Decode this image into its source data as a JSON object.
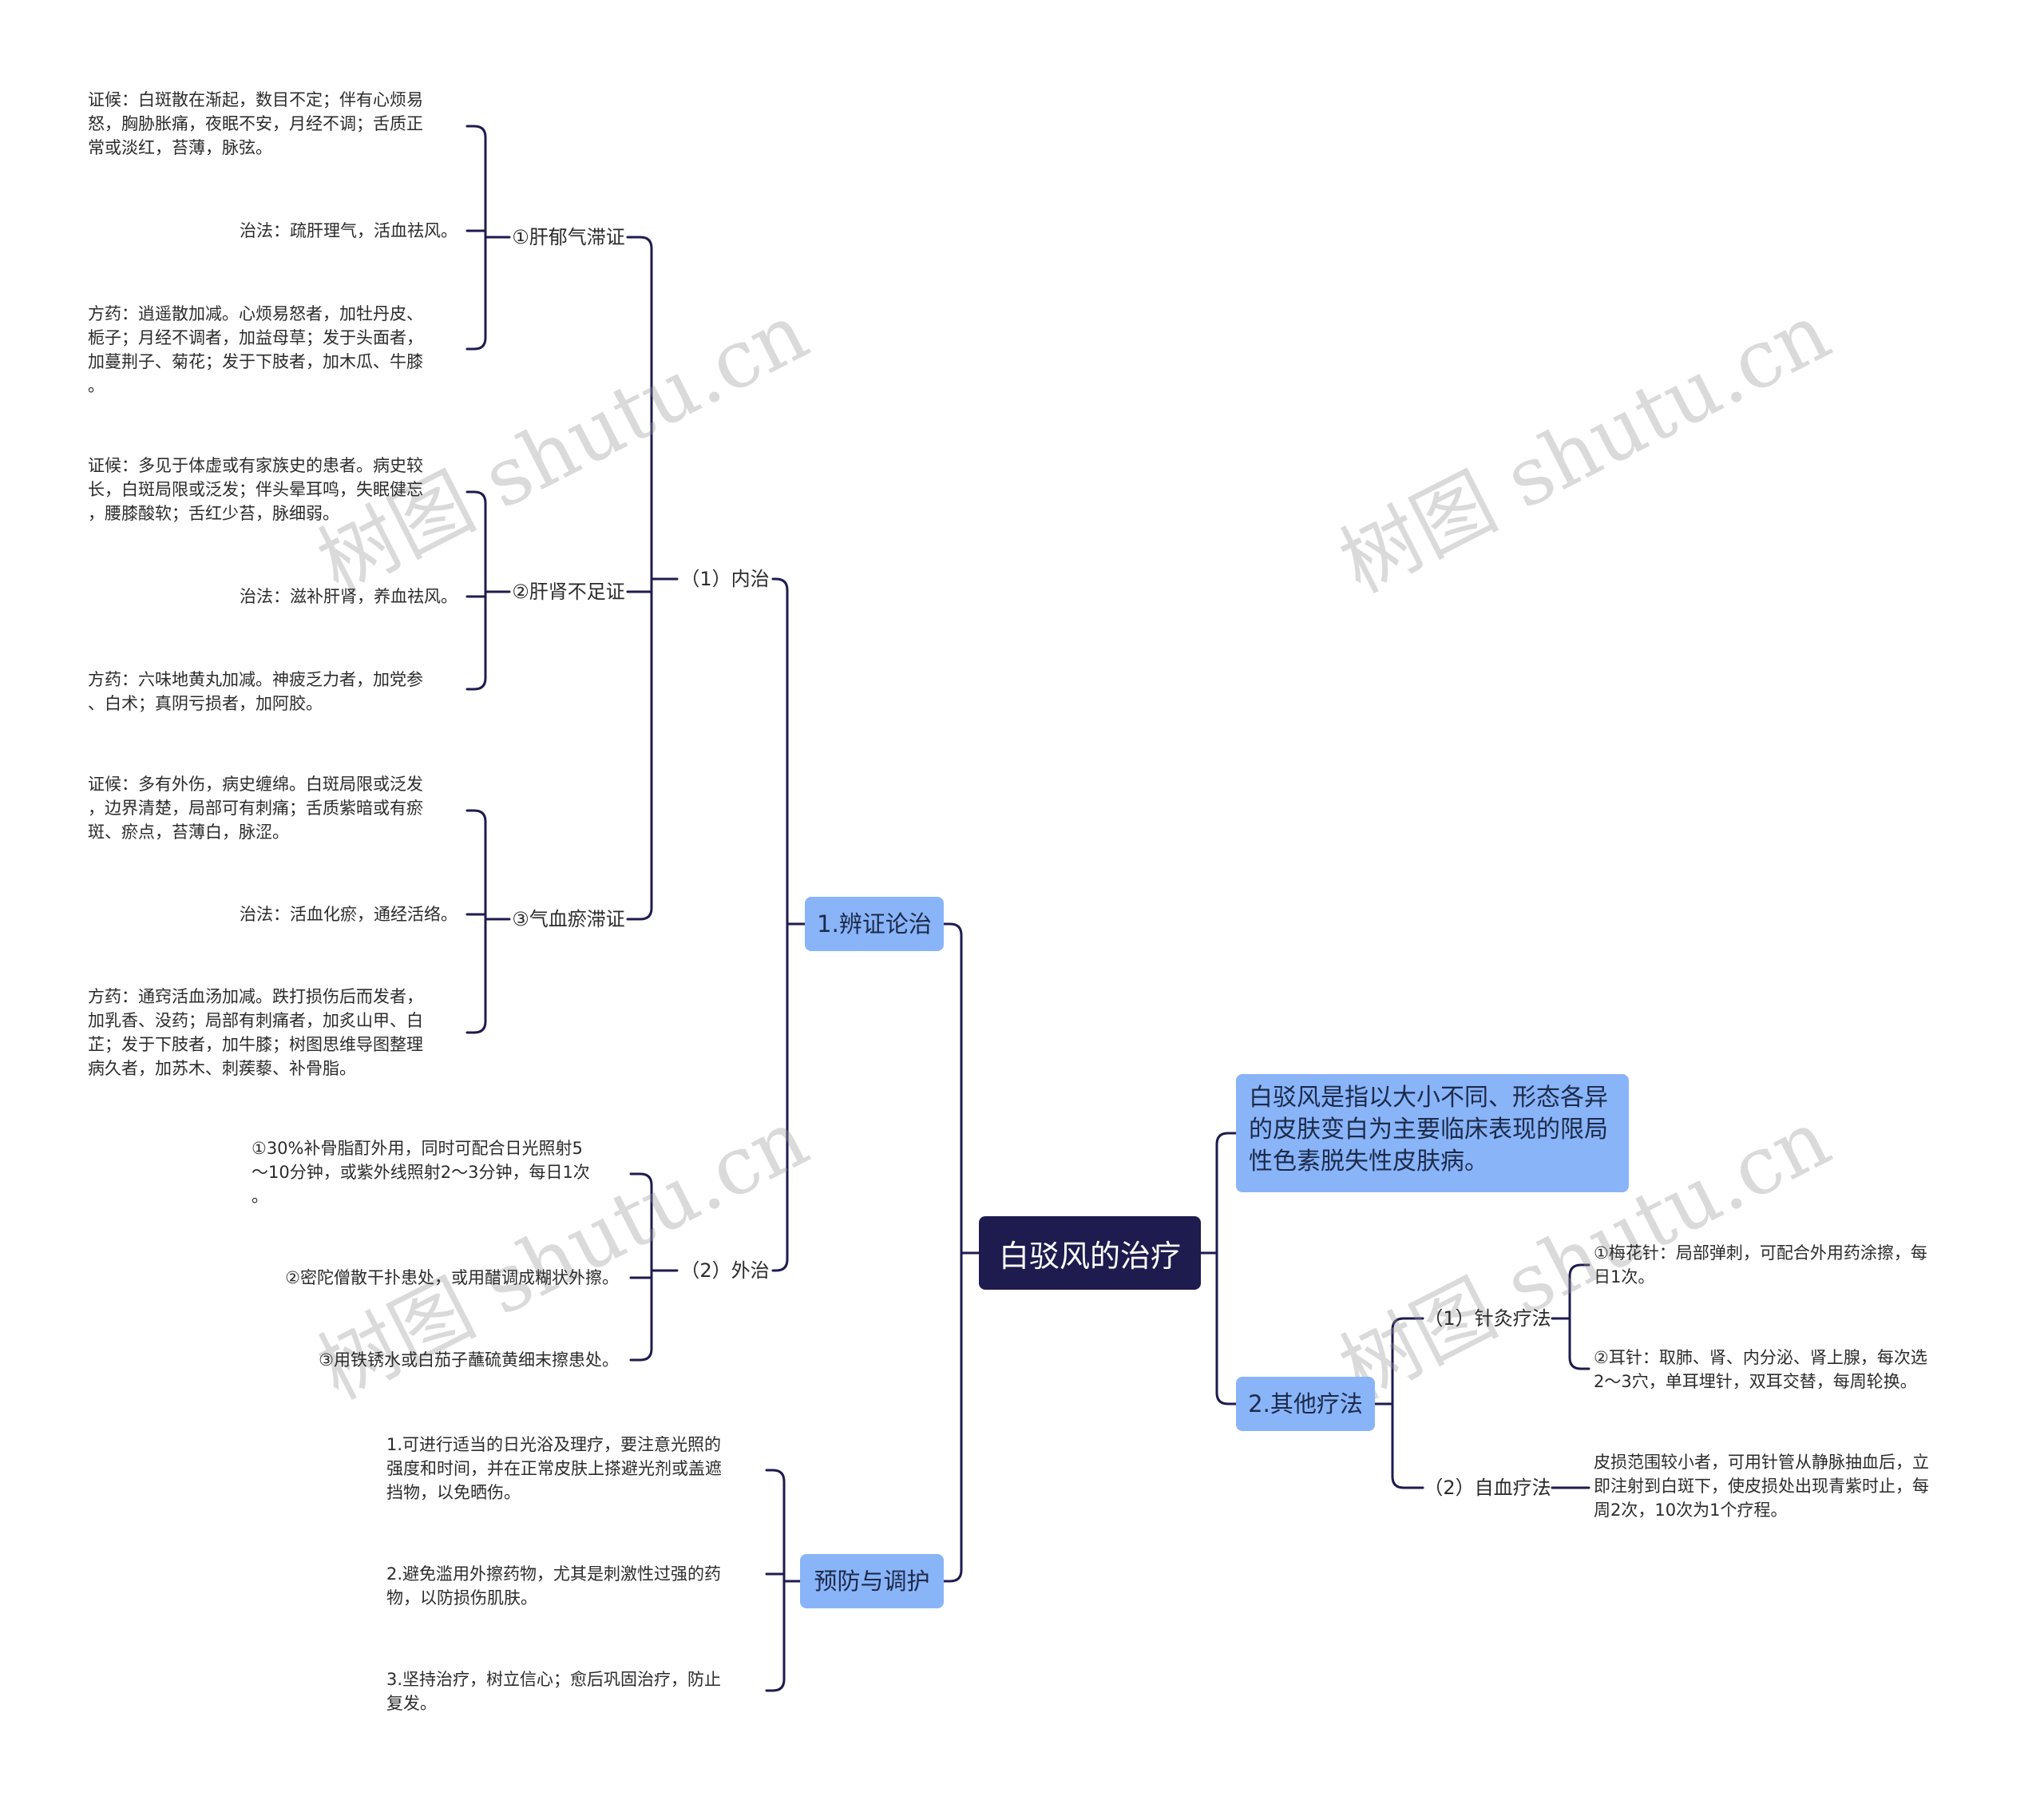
{
  "root": {
    "title": "白驳风的治疗"
  },
  "watermark": "树图 shutu.cn",
  "colors": {
    "line": "#1e1b4f",
    "pill": "#8ab4f8",
    "root": "#1e1b4f"
  },
  "description": "白驳风是指以大小不同、形态各异\n的皮肤变白为主要临床表现的限局\n性色素脱失性皮肤病。",
  "branch1": {
    "label": "1.辨证论治",
    "internal": {
      "label": "（1）内治",
      "liver_qi": {
        "label": "①肝郁气滞证",
        "symptoms": "证候：白斑散在渐起，数目不定；伴有心烦易\n怒，胸胁胀痛，夜眠不安，月经不调；舌质正\n常或淡红，苔薄，脉弦。",
        "method": "治法：疏肝理气，活血祛风。",
        "formula": "方药：逍遥散加减。心烦易怒者，加牡丹皮、\n栀子；月经不调者，加益母草；发于头面者，\n加蔓荆子、菊花；发于下肢者，加木瓜、牛膝\n。"
      },
      "liver_kidney": {
        "label": "②肝肾不足证",
        "symptoms": "证候：多见于体虚或有家族史的患者。病史较\n长，白斑局限或泛发；伴头晕耳鸣，失眠健忘\n，腰膝酸软；舌红少苔，脉细弱。",
        "method": "治法：滋补肝肾，养血祛风。",
        "formula": "方药：六味地黄丸加减。神疲乏力者，加党参\n、白术；真阴亏损者，加阿胶。"
      },
      "blood_stasis": {
        "label": "③气血瘀滞证",
        "symptoms": "证候：多有外伤，病史缠绵。白斑局限或泛发\n，边界清楚，局部可有刺痛；舌质紫暗或有瘀\n斑、瘀点，苔薄白，脉涩。",
        "method": "治法：活血化瘀，通经活络。",
        "formula": "方药：通窍活血汤加减。跌打损伤后而发者，\n加乳香、没药；局部有刺痛者，加炙山甲、白\n芷；发于下肢者，加牛膝；树图思维导图整理\n病久者，加苏木、刺蒺藜、补骨脂。"
      }
    },
    "external": {
      "label": "（2）外治",
      "items": [
        "①30%补骨脂酊外用，同时可配合日光照射5\n～10分钟，或紫外线照射2～3分钟，每日1次\n。",
        "②密陀僧散干扑患处，或用醋调成糊状外擦。",
        "③用铁锈水或白茄子蘸硫黄细末擦患处。"
      ]
    }
  },
  "prevention": {
    "label": "预防与调护",
    "items": [
      "1.可进行适当的日光浴及理疗，要注意光照的\n强度和时间，并在正常皮肤上搽避光剂或盖遮\n挡物，以免晒伤。",
      "2.避免滥用外擦药物，尤其是刺激性过强的药\n物，以防损伤肌肤。",
      "3.坚持治疗，树立信心；愈后巩固治疗，防止\n复发。"
    ]
  },
  "branch2": {
    "label": "2.其他疗法",
    "acupuncture": {
      "label": "（1）针灸疗法",
      "items": [
        "①梅花针：局部弹刺，可配合外用药涂擦，每\n日1次。",
        "②耳针：取肺、肾、内分泌、肾上腺，每次选\n2～3穴，单耳埋针，双耳交替，每周轮换。"
      ]
    },
    "autohemo": {
      "label": "（2）自血疗法",
      "text": "皮损范围较小者，可用针管从静脉抽血后，立\n即注射到白斑下，使皮损处出现青紫时止，每\n周2次，10次为1个疗程。"
    }
  }
}
